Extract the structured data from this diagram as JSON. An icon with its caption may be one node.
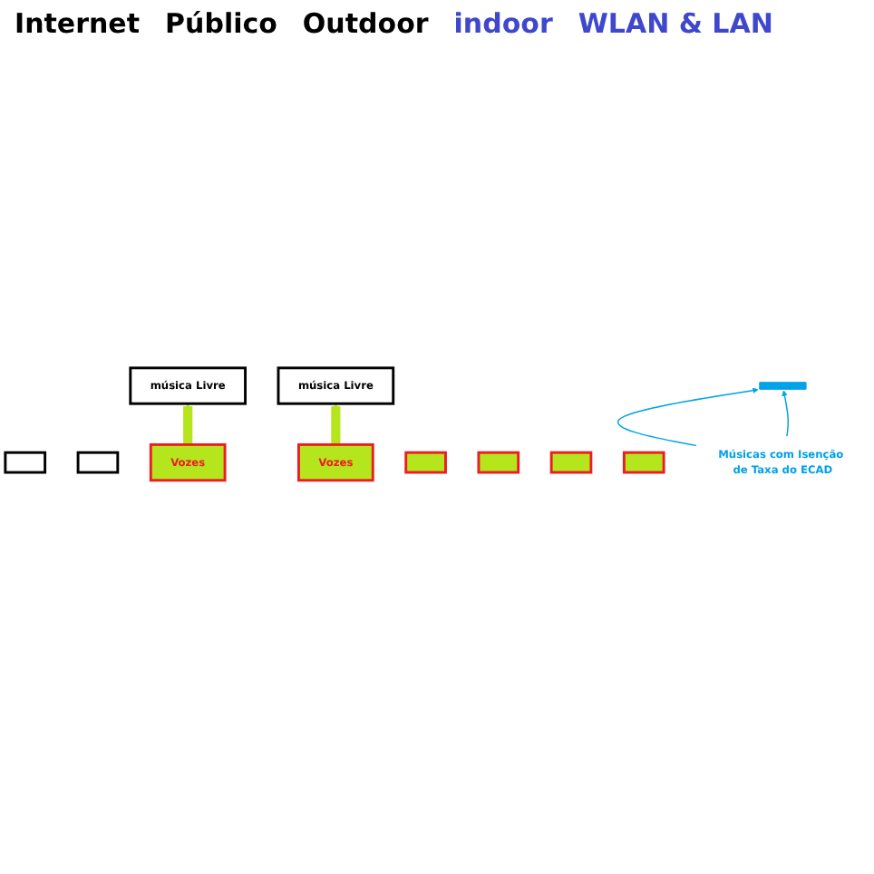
{
  "diagram": {
    "nodes": [
      {
        "text": [],
        "shape": "box"
      },
      {
        "text": [
          "música Livre"
        ]
      },
      {
        "text": [],
        "shape": "box"
      },
      {
        "text": [
          "música Livre"
        ]
      },
      {
        "text": [
          "Vozes"
        ]
      },
      {
        "text": [
          "Vozes"
        ]
      },
      {
        "text": [],
        "shape": "box"
      },
      {
        "text": [],
        "shape": "box"
      },
      {
        "text": [],
        "shape": "box"
      },
      {
        "text": [],
        "shape": "box"
      },
      {
        "text": [],
        "shape": "bar"
      },
      {
        "text": [
          "Músicas com Isenção de Taxa do ECAD"
        ]
      }
    ],
    "edges": [
      {
        "from": 4,
        "to": 1,
        "arrow": "to",
        "style": "thick",
        "color": "#b5e61d"
      },
      {
        "from": 5,
        "to": 3,
        "arrow": "to",
        "style": "thick",
        "color": "#b5e61d"
      },
      {
        "from": 11,
        "to": 10,
        "arrow": "to",
        "color": "#00a2e8"
      },
      {
        "from": 11,
        "to": 10,
        "arrow": "to",
        "color": "#00a2e8"
      }
    ],
    "labels": [
      "Internet",
      "Público",
      "Outdoor",
      "indoor",
      "WLAN & LAN"
    ]
  }
}
